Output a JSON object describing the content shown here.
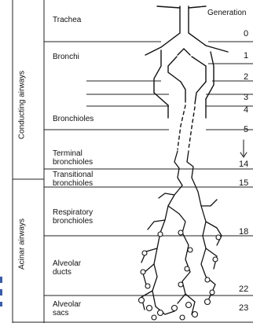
{
  "header": {
    "generation": "Generation"
  },
  "zones": {
    "conducting": "Conducting airways",
    "acinar": "Acinar airways"
  },
  "rows": [
    {
      "label": "Trachea",
      "generation": "0"
    },
    {
      "label": "Bronchi",
      "generation": "1"
    },
    {
      "label": "",
      "generation": "2"
    },
    {
      "label": "",
      "generation": "3"
    },
    {
      "label": "Bronchioles",
      "generation": "4"
    },
    {
      "label": "",
      "generation": "5"
    },
    {
      "label": "Terminal\nbronchioles",
      "generation": "14"
    },
    {
      "label": "Transitional\nbronchioles",
      "generation": "15"
    },
    {
      "label": "Respiratory\nbronchioles",
      "generation": "18"
    },
    {
      "label": "Alveolar\nducts",
      "generation": "22"
    },
    {
      "label": "Alveolar\nsacs",
      "generation": "23"
    }
  ]
}
